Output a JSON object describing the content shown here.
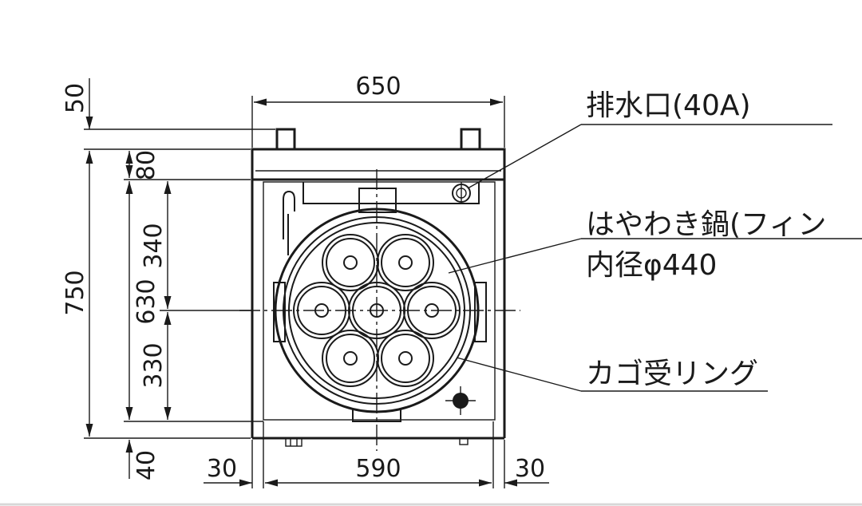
{
  "dimensions": {
    "top_width": "650",
    "bottom_inner_width": "590",
    "bottom_left_margin": "30",
    "bottom_right_margin": "30",
    "left_top": "50",
    "left_total_height": "750",
    "left_upper_step": "80",
    "left_inner_height": "630",
    "left_upper_inner": "340",
    "left_lower_inner": "330",
    "left_bottom_step": "40"
  },
  "callouts": {
    "drain_outlet": "排水口(40A)",
    "kettle_name": "はやわき鍋(フィン",
    "kettle_diameter": "内径φ440",
    "basket_ring": "カゴ受リング"
  },
  "colors": {
    "ink": "#1a1a1a",
    "background": "#ffffff"
  }
}
